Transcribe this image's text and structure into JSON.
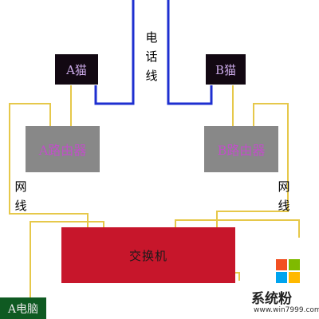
{
  "phone_line_label": "电话线",
  "modem_a": "A猫",
  "modem_b": "B猫",
  "router_a": "A路由器",
  "router_b": "B路由器",
  "net_cable_left": "网线",
  "net_cable_right": "网线",
  "switch": "交换机",
  "pc_a": "A电脑",
  "watermark": {
    "name": "系统粉",
    "url": "www.win7999.com"
  },
  "colors": {
    "phone_wire": "#1e2fd0",
    "net_wire": "#e6c84a",
    "switch": "#c7162b",
    "router": "#888888",
    "modem": "#120812",
    "pc": "#0f5a22"
  }
}
